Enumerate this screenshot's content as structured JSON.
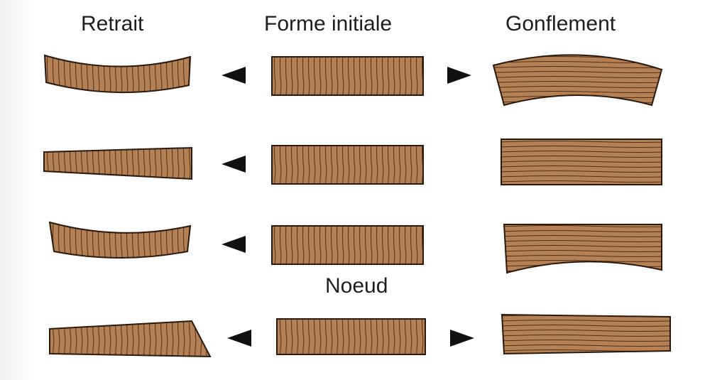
{
  "titles": {
    "retrait": "Retrait",
    "forme_initiale": "Forme initiale",
    "gonflement": "Gonflement",
    "noeud": "Noeud"
  },
  "colors": {
    "wood": "#b07a4e",
    "wood_light": "#c49163",
    "grain": "#5a3a20",
    "outline": "#2a1a0e",
    "arrow": "#111111"
  },
  "rows": [
    {
      "retrait": "shrunk-cupped-board",
      "initiale": "initial-board",
      "gonflement": "swollen-bowed-board",
      "arrow_left": true,
      "arrow_right": true
    },
    {
      "retrait": "shrunk-tapered-board",
      "initiale": "initial-board",
      "gonflement": "swollen-flat-board",
      "arrow_left": true,
      "arrow_right": false
    },
    {
      "retrait": "shrunk-cupped-board",
      "initiale": "initial-board",
      "gonflement": "swollen-slightly-bowed-board",
      "arrow_left": true,
      "arrow_right": false
    },
    {
      "retrait": "shrunk-knotted-board",
      "initiale": "initial-board-with-knot",
      "gonflement": "swollen-knotted-board",
      "arrow_left": true,
      "arrow_right": true
    }
  ]
}
